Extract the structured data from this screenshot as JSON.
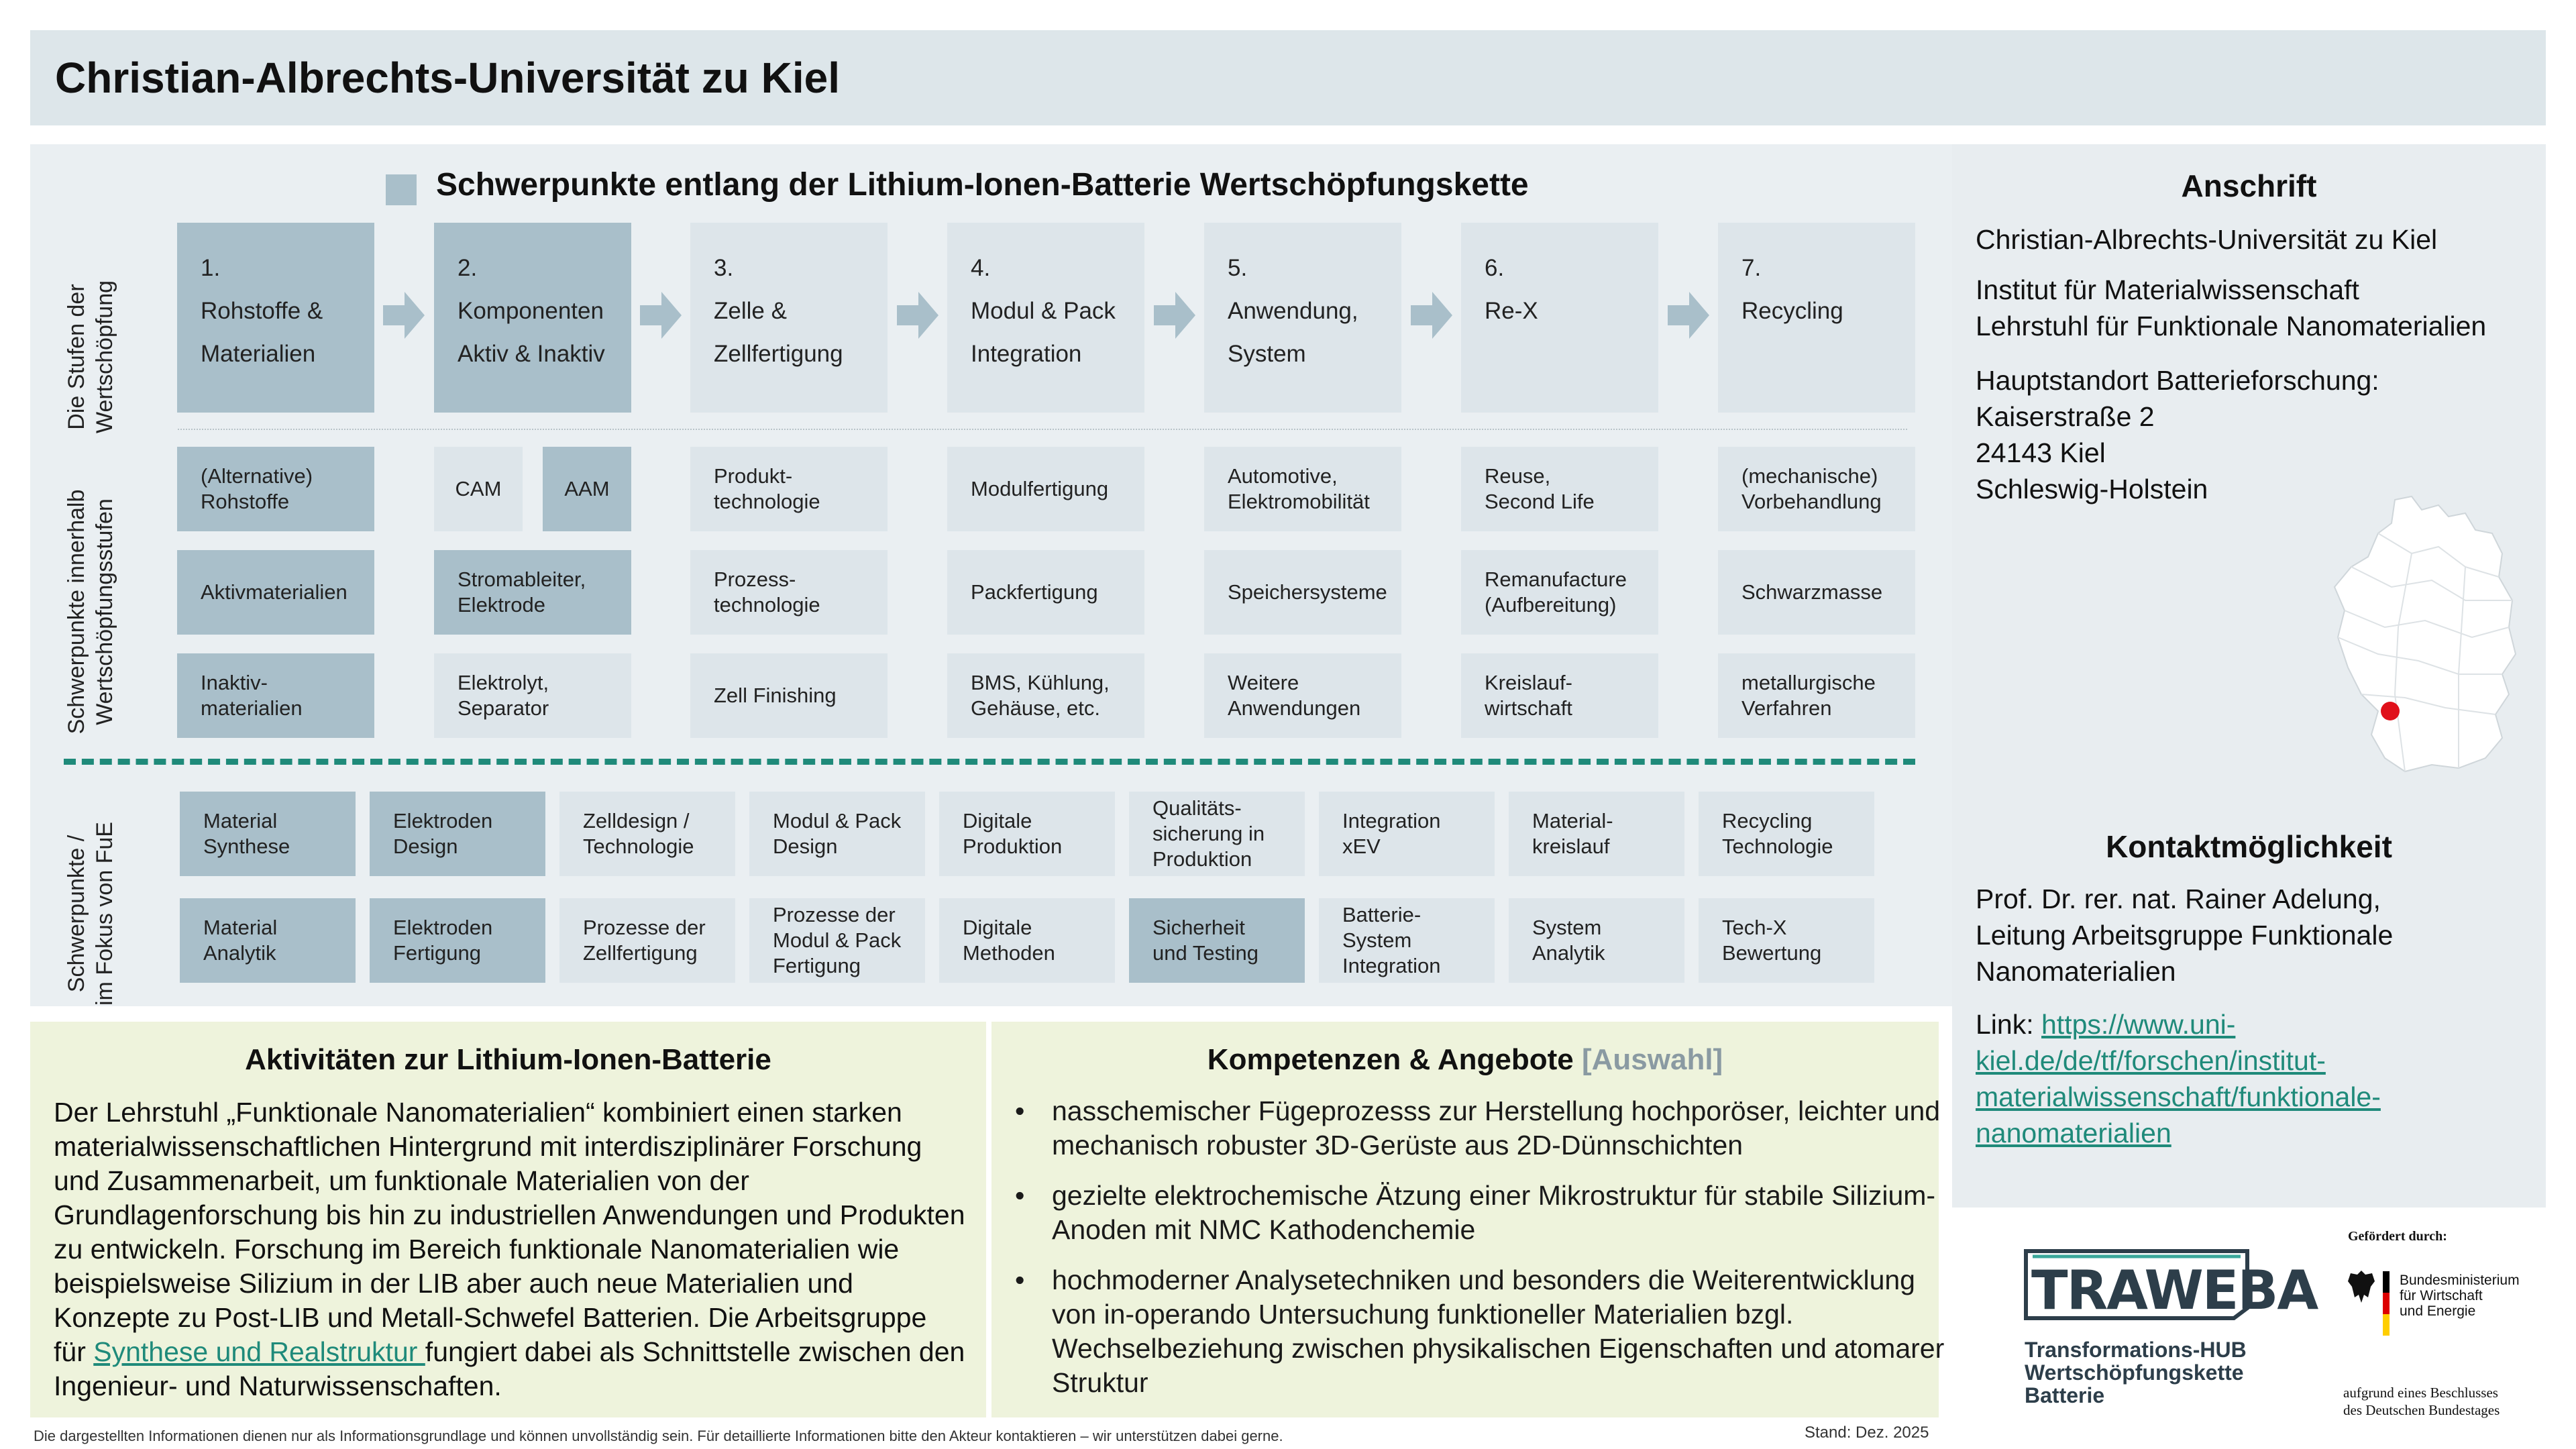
{
  "header": {
    "title": "Christian-Albrechts-Universität zu Kiel"
  },
  "main": {
    "title": "Schwerpunkte entlang der Lithium-Ionen-Batterie Wertschöpfungskette",
    "vlabels": {
      "stufen": "Die Stufen der\nWertschöpfung",
      "schwerpunkte": "Schwerpunkte innerhalb\nWertschöpfungsstufen",
      "fue": "Schwerpunkte /\nim Fokus  von FuE"
    },
    "stages": [
      {
        "text": "1.\nRohstoffe &\nMaterialien"
      },
      {
        "text": "2.\nKomponenten\nAktiv & Inaktiv"
      },
      {
        "text": "3.\nZelle &\nZellfertigung"
      },
      {
        "text": "4.\nModul & Pack\nIntegration"
      },
      {
        "text": "5.\nAnwendung,\nSystem"
      },
      {
        "text": "6.\nRe-X"
      },
      {
        "text": "7.\nRecycling"
      }
    ],
    "cells": {
      "r1": [
        "(Alternative)\nRohstoffe",
        "CAM",
        "AAM",
        "Produkt-\ntechnologie",
        "Modulfertigung",
        "Automotive,\nElektromobilität",
        "Reuse,\nSecond Life",
        "(mechanische)\nVorbehandlung"
      ],
      "r2": [
        "Aktivmaterialien",
        "Stromableiter,\nElektrode",
        "Prozess-\ntechnologie",
        "Packfertigung",
        "Speichersysteme",
        "Remanufacture\n(Aufbereitung)",
        "Schwarzmasse"
      ],
      "r3": [
        "Inaktiv-\nmaterialien",
        "Elektrolyt,\nSeparator",
        "Zell Finishing",
        "BMS, Kühlung,\nGehäuse, etc.",
        "Weitere\nAnwendungen",
        "Kreislauf-\nwirtschaft",
        "metallurgische\nVerfahren"
      ]
    },
    "fue": {
      "r1": [
        "Material\nSynthese",
        "Elektroden\nDesign",
        "Zelldesign /\nTechnologie",
        "Modul & Pack\nDesign",
        "Digitale\nProduktion",
        "Qualitäts-\nsicherung in\nProduktion",
        "Integration\nxEV",
        "Material-\nkreislauf",
        "Recycling\nTechnologie"
      ],
      "r2": [
        "Material\nAnalytik",
        "Elektroden\nFertigung",
        "Prozesse der\nZellfertigung",
        "Prozesse der\nModul & Pack\nFertigung",
        "Digitale\nMethoden",
        "Sicherheit\nund Testing",
        "Batterie-\nSystem\nIntegration",
        "System\nAnalytik",
        "Tech-X\nBewertung"
      ]
    }
  },
  "side": {
    "anschrift_title": "Anschrift",
    "address": "Christian-Albrechts-Universität zu Kiel",
    "institute": "Institut für Materialwissenschaft\nLehrstuhl für Funktionale Nanomaterialien",
    "location": "Hauptstandort Batterieforschung:\nKaiserstraße 2\n24143 Kiel\nSchleswig-Holstein",
    "kontakt_title": "Kontaktmöglichkeit",
    "contact": "Prof. Dr. rer. nat. Rainer Adelung,\nLeitung Arbeitsgruppe Funktionale\nNanomaterialien",
    "link_label": "Link: ",
    "link_text": "https://www.uni-\nkiel.de/de/tf/forschen/institut-\nmaterialwissenschaft/funktionale-\nnanomaterialien"
  },
  "activities": {
    "title": "Aktivitäten zur Lithium-Ionen-Batterie",
    "text_before": "Der Lehrstuhl „Funktionale Nanomaterialien“ kombiniert einen starken materialwissenschaftlichen Hintergrund mit interdisziplinärer Forschung und Zusammenarbeit, um funktionale Materialien von der Grundlagenforschung bis hin zu industriellen Anwendungen und Produkten zu entwickeln. Forschung im Bereich funktionale Nanomaterialien wie beispielsweise Silizium in der LIB aber auch neue Materialien und Konzepte zu Post-LIB und Metall-Schwefel Batterien. Die Arbeitsgruppe für ",
    "text_link": "Synthese und Realstruktur ",
    "text_after": "fungiert dabei als Schnittstelle zwischen den Ingenieur- und Naturwissenschaften."
  },
  "competences": {
    "title": "Kompetenzen & Angebote ",
    "title_accent": "[Auswahl]",
    "items": [
      "nasschemischer Fügeprozesss zur Herstellung hochporöser, leichter und mechanisch robuster 3D-Gerüste aus 2D-Dünnschichten",
      "gezielte elektrochemische Ätzung einer Mikrostruktur für stabile Silizium-Anoden mit NMC Kathodenchemie",
      "hochmoderner Analysetechniken und besonders die Weiterentwicklung von in-operando Untersuchung funktioneller Materialien bzgl. Wechselbeziehung zwischen physikalischen Eigenschaften und atomarer Struktur"
    ]
  },
  "footer": {
    "note": "Die dargestellten Informationen dienen nur als Informationsgrundlage und können unvollständig sein. Für detaillierte Informationen bitte den Akteur kontaktieren – wir unterstützen dabei gerne.",
    "stand": "Stand: Dez. 2025"
  },
  "logos": {
    "traweba": "TRAWEBA",
    "traweba_sub": "Transformations-HUB\nWertschöpfungskette\nBatterie",
    "gefoerdert": "Gefördert durch:",
    "bmwi": "Bundesministerium\nfür Wirtschaft\nund Energie",
    "bmwi_note": "aufgrund eines Beschlusses\ndes Deutschen Bundestages"
  },
  "colors": {
    "accent_teal": "#1f8a7a",
    "cell_light": "#dde5ea",
    "cell_dark": "#a9bfca",
    "box_green": "#eef3dc",
    "map_marker": "#e0101a"
  }
}
